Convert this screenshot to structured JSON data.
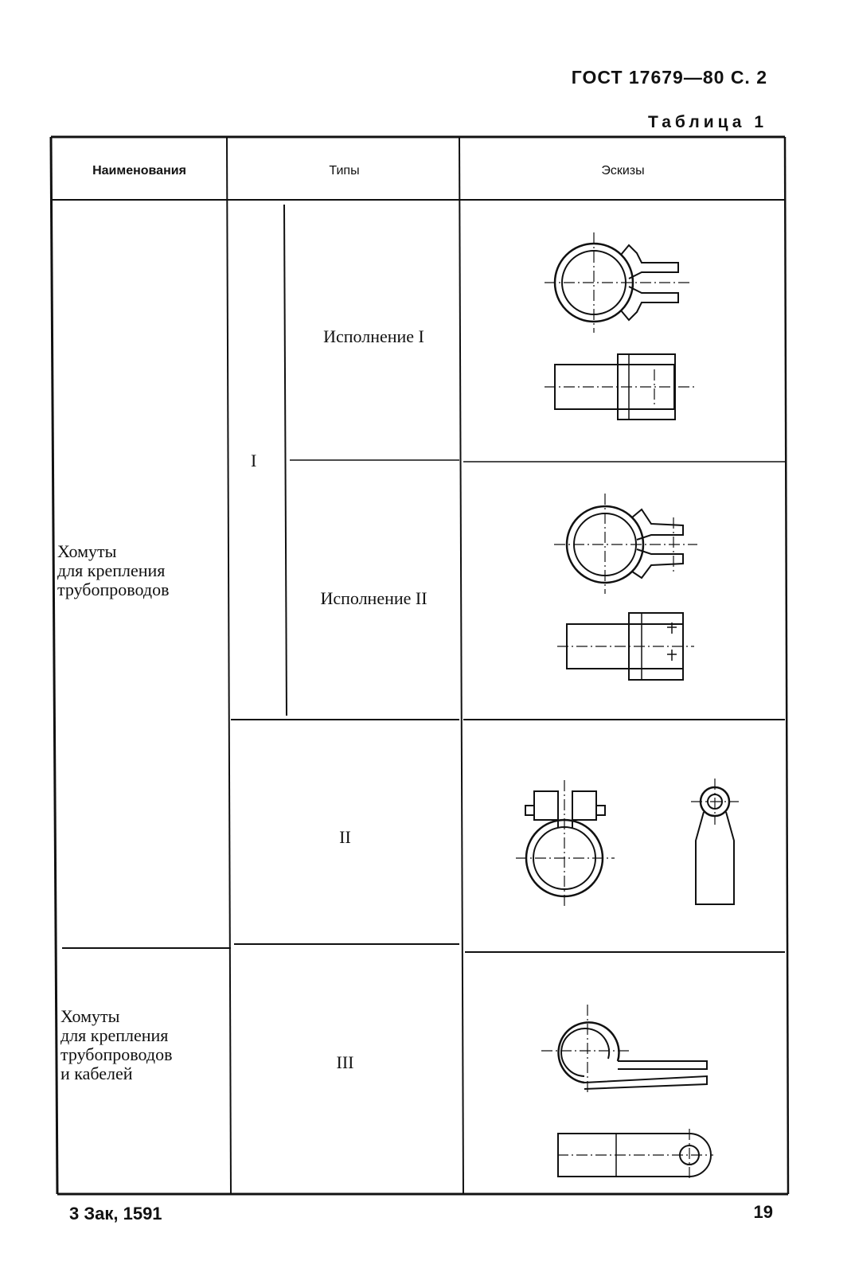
{
  "header": {
    "standard": "ГОСТ 17679—80 С. 2"
  },
  "table": {
    "label": "Таблица 1",
    "columns": [
      "Наименования",
      "Типы",
      "Эскизы"
    ],
    "rows": [
      {
        "name": "Хомуты\nдля крепления\nтрубопроводов",
        "type": "I",
        "variants": [
          "Исполнение I",
          "Исполнение II"
        ]
      },
      {
        "name": "",
        "type": "II"
      },
      {
        "name": "Хомуты\nдля крепления\nтрубопроводов\nи кабелей",
        "type": "III"
      }
    ]
  },
  "footer": {
    "order": "3 Зак, 1591",
    "page": "19"
  }
}
